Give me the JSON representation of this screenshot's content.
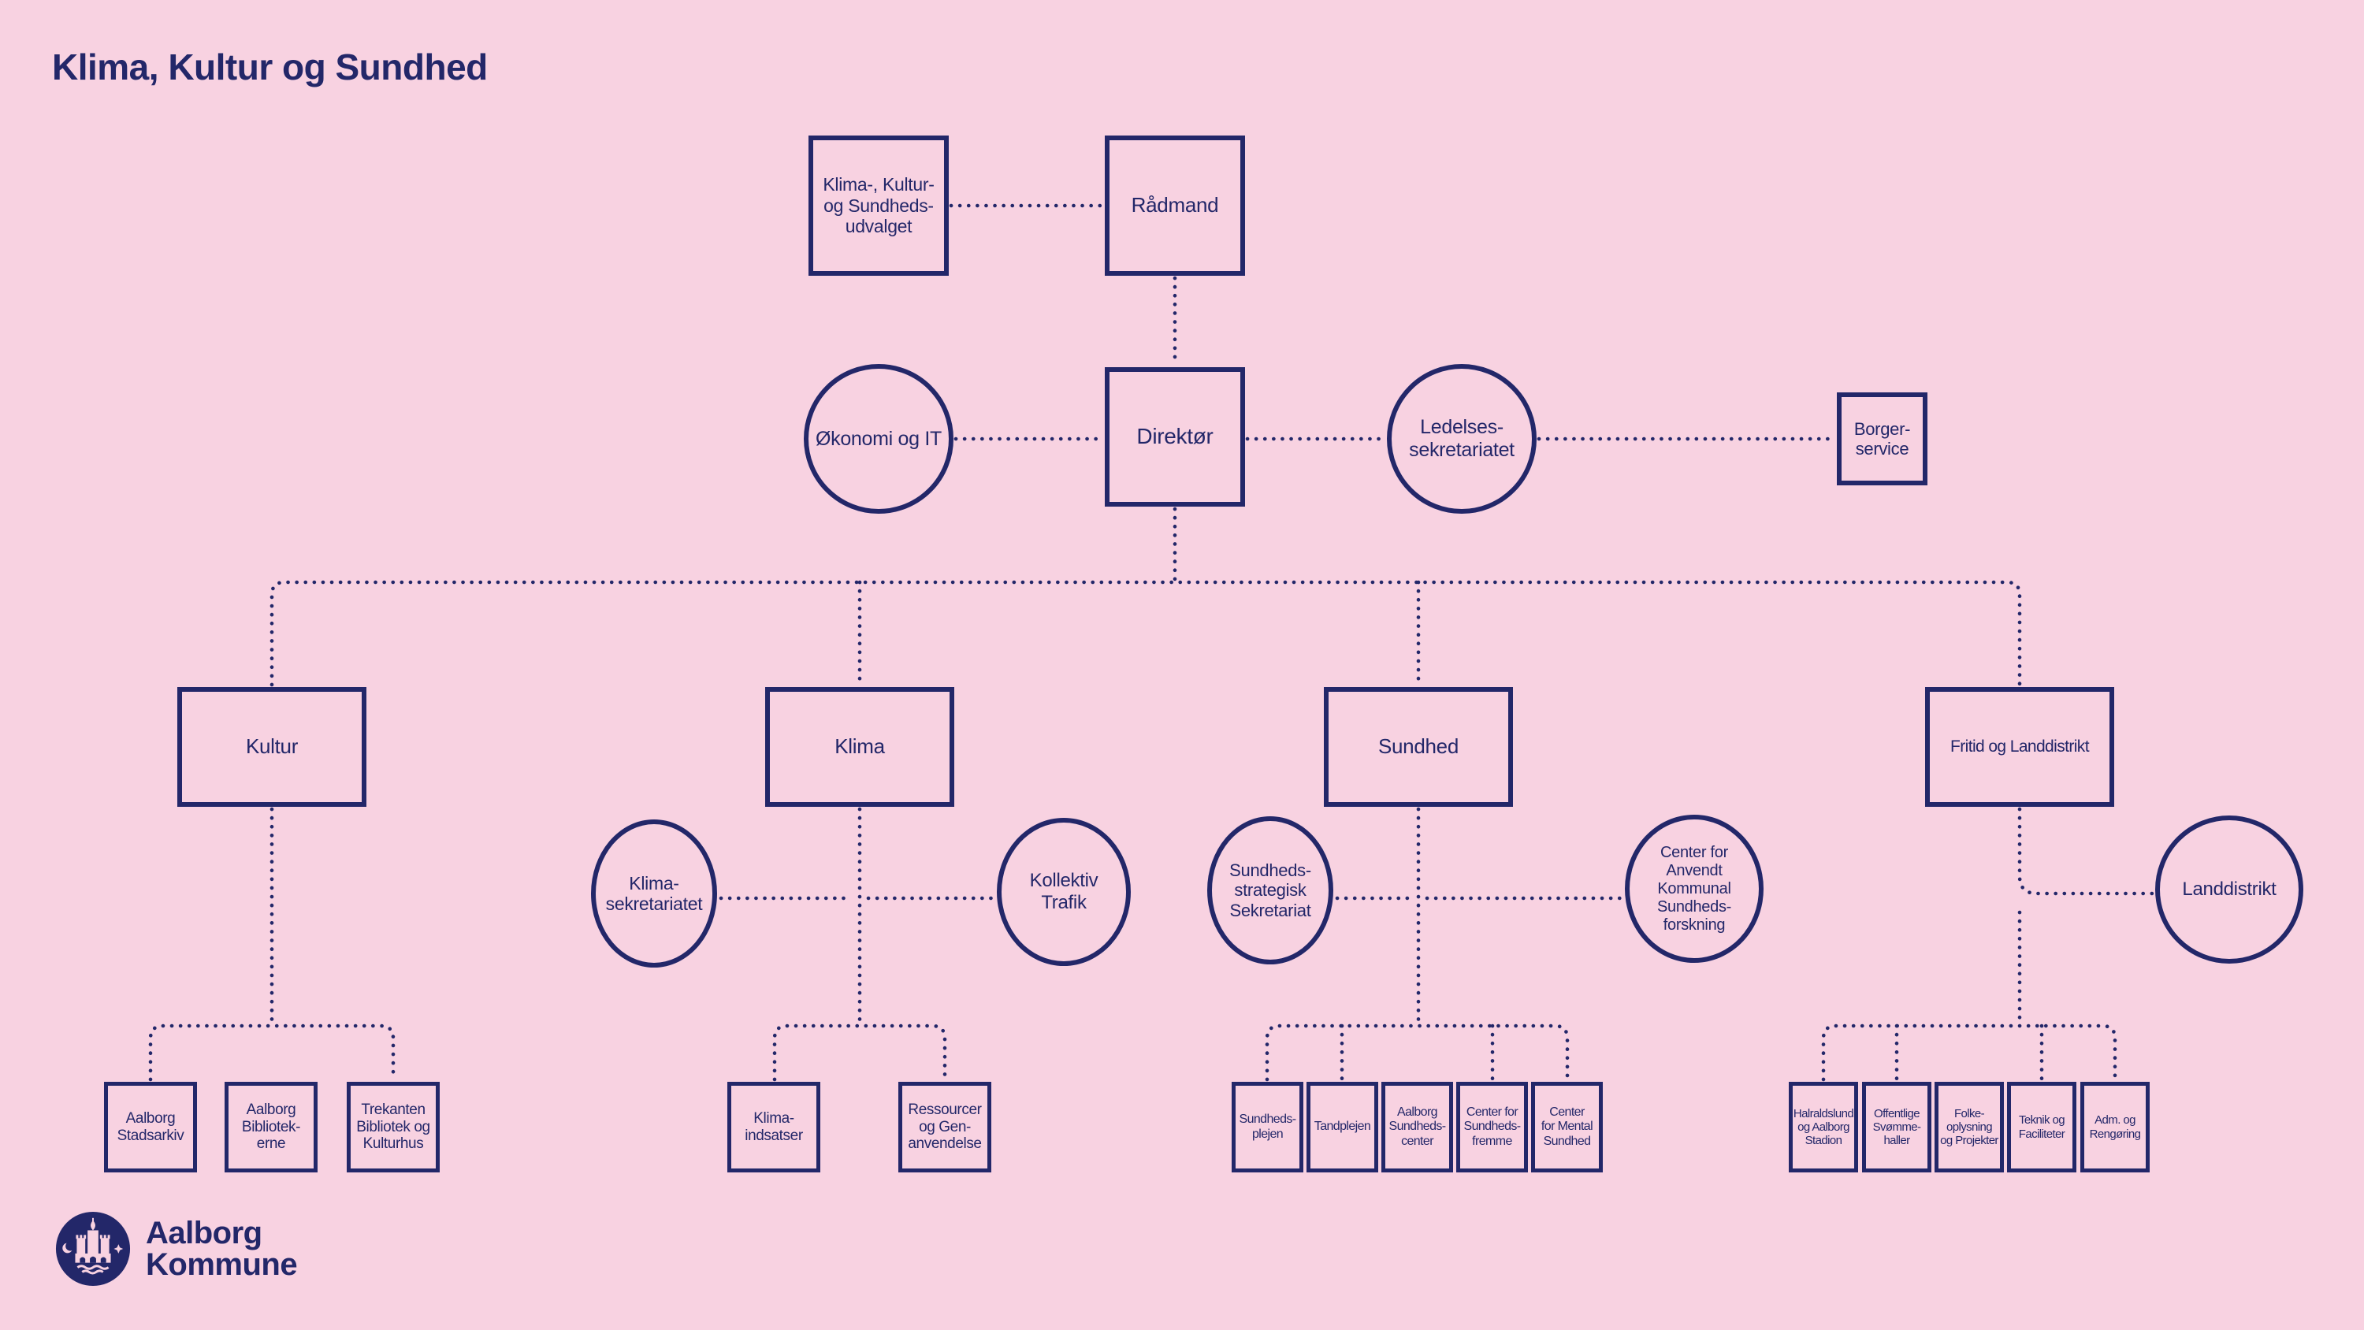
{
  "page": {
    "title": "Klima, Kultur og Sundhed",
    "background_color": "#f8d2e1",
    "ink_color": "#232769"
  },
  "org": {
    "top": {
      "committee": "Klima-, Kultur-\nog Sundheds-\nudvalget",
      "radmand": "Rådmand"
    },
    "direction_level": {
      "okonomi_it": "Økonomi og IT",
      "direktor": "Direktør",
      "ledelsessekretariatet": "Ledelses-\nsekretariatet",
      "borgerservice": "Borger-\nservice"
    },
    "departments": {
      "kultur": "Kultur",
      "klima": "Klima",
      "sundhed": "Sundhed",
      "fritid": "Fritid og Landdistrikt"
    },
    "staff_circles": {
      "klimasekretariatet": "Klima-\nsekretariatet",
      "kollektiv_trafik": "Kollektiv\nTrafik",
      "sundhedsstrategisk": "Sundheds-\nstrategisk\nSekretariat",
      "center_anvendt": "Center for\nAnvendt\nKommunal\nSundheds-\nforskning",
      "landdistrikt": "Landdistrikt"
    },
    "children": {
      "kultur1": "Aalborg\nStadsarkiv",
      "kultur2": "Aalborg\nBibliotek-\nerne",
      "kultur3": "Trekanten\nBibliotek og\nKulturhus",
      "klima1": "Klima-\nindsatser",
      "klima2": "Ressourcer\nog Gen-\nanvendelse",
      "sundhed1": "Sundheds-\nplejen",
      "sundhed2": "Tandplejen",
      "sundhed3": "Aalborg\nSundheds-\ncenter",
      "sundhed4": "Center for\nSundheds-\nfremme",
      "sundhed5": "Center\nfor Mental\nSundhed",
      "fritid1": "Halraldslund\nog Aalborg\nStadion",
      "fritid2": "Offentlige\nSvømme-\nhaller",
      "fritid3": "Folke-\noplysning\nog Projekter",
      "fritid4": "Teknik og\nFaciliteter",
      "fritid5": "Adm. og\nRengøring"
    }
  },
  "logo": {
    "text": "Aalborg\nKommune"
  }
}
